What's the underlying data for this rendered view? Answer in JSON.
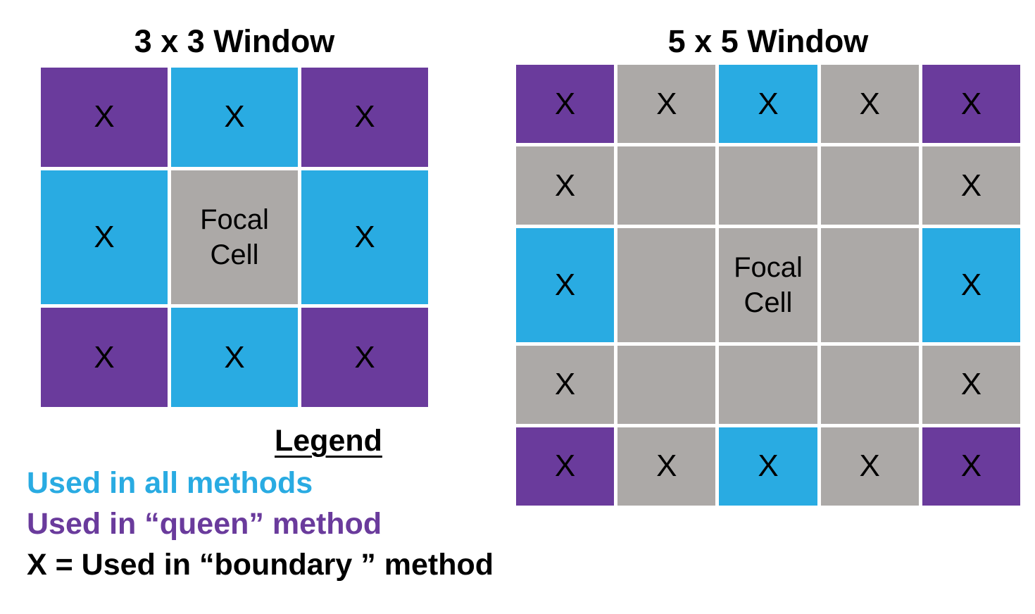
{
  "colors": {
    "all_methods": "#29ABE2",
    "queen_method": "#6A3B9C",
    "unused_gray": "#ACA9A7",
    "text": "#000000",
    "background": "#FFFFFF"
  },
  "grids": [
    {
      "title": "3 x 3 Window",
      "cols": 3,
      "cells": [
        {
          "type": "queen",
          "label": "X"
        },
        {
          "type": "all",
          "label": "X"
        },
        {
          "type": "queen",
          "label": "X"
        },
        {
          "type": "all",
          "label": "X"
        },
        {
          "type": "focal",
          "label": "Focal Cell"
        },
        {
          "type": "all",
          "label": "X"
        },
        {
          "type": "queen",
          "label": "X"
        },
        {
          "type": "all",
          "label": "X"
        },
        {
          "type": "queen",
          "label": "X"
        }
      ]
    },
    {
      "title": "5 x 5 Window",
      "cols": 5,
      "cells": [
        {
          "type": "queen",
          "label": "X"
        },
        {
          "type": "none",
          "label": "X"
        },
        {
          "type": "all",
          "label": "X"
        },
        {
          "type": "none",
          "label": "X"
        },
        {
          "type": "queen",
          "label": "X"
        },
        {
          "type": "none",
          "label": "X"
        },
        {
          "type": "none",
          "label": ""
        },
        {
          "type": "none",
          "label": ""
        },
        {
          "type": "none",
          "label": ""
        },
        {
          "type": "none",
          "label": "X"
        },
        {
          "type": "all",
          "label": "X"
        },
        {
          "type": "none",
          "label": ""
        },
        {
          "type": "focal",
          "label": "Focal Cell"
        },
        {
          "type": "none",
          "label": ""
        },
        {
          "type": "all",
          "label": "X"
        },
        {
          "type": "none",
          "label": "X"
        },
        {
          "type": "none",
          "label": ""
        },
        {
          "type": "none",
          "label": ""
        },
        {
          "type": "none",
          "label": ""
        },
        {
          "type": "none",
          "label": "X"
        },
        {
          "type": "queen",
          "label": "X"
        },
        {
          "type": "none",
          "label": "X"
        },
        {
          "type": "all",
          "label": "X"
        },
        {
          "type": "none",
          "label": "X"
        },
        {
          "type": "queen",
          "label": "X"
        }
      ]
    }
  ],
  "legend": {
    "heading": "Legend",
    "items": [
      {
        "id": "all-methods",
        "text": "Used in all methods",
        "color": "#29ABE2"
      },
      {
        "id": "queen-method",
        "text": "Used in “queen” method",
        "color": "#6A3B9C"
      },
      {
        "id": "boundary-method",
        "text": "X = Used in “boundary ” method",
        "color": "#000000"
      }
    ]
  }
}
